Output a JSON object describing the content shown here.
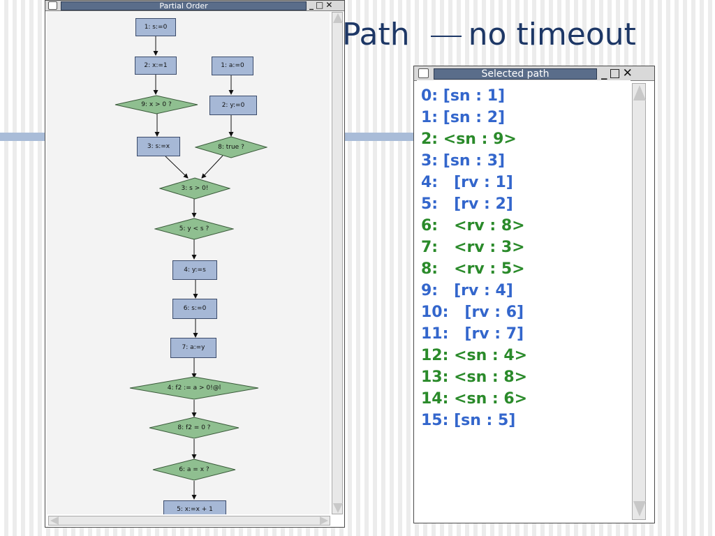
{
  "slide": {
    "title_left": "Path",
    "title_right": "no timeout"
  },
  "colors": {
    "title": "#1d3766",
    "rect_fill": "#a6b8d6",
    "diamond_fill": "#8fbf90",
    "path_blue": "#3366cc",
    "path_green": "#2a8a2a"
  },
  "partial_order_window": {
    "title": "Partial Order",
    "buttons": [
      "minimize-icon",
      "maximize-icon",
      "close-icon"
    ],
    "nodes": [
      {
        "id": "n1",
        "label": "1: s:=0",
        "shape": "rect"
      },
      {
        "id": "n2",
        "label": "2: x:=1",
        "shape": "rect"
      },
      {
        "id": "n3",
        "label": "1: a:=0",
        "shape": "rect"
      },
      {
        "id": "n4",
        "label": "9: x > 0 ?",
        "shape": "diamond"
      },
      {
        "id": "n5",
        "label": "2: y:=0",
        "shape": "rect"
      },
      {
        "id": "n6",
        "label": "3: s:=x",
        "shape": "rect"
      },
      {
        "id": "n7",
        "label": "8: true ?",
        "shape": "diamond"
      },
      {
        "id": "n8",
        "label": "3: s > 0!",
        "shape": "diamond"
      },
      {
        "id": "n9",
        "label": "5: y < s ?",
        "shape": "diamond"
      },
      {
        "id": "n10",
        "label": "4: y:=s",
        "shape": "rect"
      },
      {
        "id": "n11",
        "label": "6: s:=0",
        "shape": "rect"
      },
      {
        "id": "n12",
        "label": "7: a:=y",
        "shape": "rect"
      },
      {
        "id": "n13",
        "label": "4: f2 := a > 0!@l",
        "shape": "diamond"
      },
      {
        "id": "n14",
        "label": "8: f2 = 0 ?",
        "shape": "diamond"
      },
      {
        "id": "n15",
        "label": "6: a = x ?",
        "shape": "diamond"
      },
      {
        "id": "n16",
        "label": "5: x:=x + 1",
        "shape": "rect"
      }
    ]
  },
  "selected_path_window": {
    "title": "Selected path",
    "buttons": [
      "minimize-icon",
      "maximize-icon",
      "close-icon"
    ],
    "items": [
      {
        "text": "0: [sn : 1]",
        "color": "blue"
      },
      {
        "text": "1: [sn : 2]",
        "color": "blue"
      },
      {
        "text": "2: <sn : 9>",
        "color": "green"
      },
      {
        "text": "3: [sn : 3]",
        "color": "blue"
      },
      {
        "text": "4:   [rv : 1]",
        "color": "blue"
      },
      {
        "text": "5:   [rv : 2]",
        "color": "blue"
      },
      {
        "text": "6:   <rv : 8>",
        "color": "green"
      },
      {
        "text": "7:   <rv : 3>",
        "color": "green"
      },
      {
        "text": "8:   <rv : 5>",
        "color": "green"
      },
      {
        "text": "9:   [rv : 4]",
        "color": "blue"
      },
      {
        "text": "10:   [rv : 6]",
        "color": "blue"
      },
      {
        "text": "11:   [rv : 7]",
        "color": "blue"
      },
      {
        "text": "12: <sn : 4>",
        "color": "green"
      },
      {
        "text": "13: <sn : 8>",
        "color": "green"
      },
      {
        "text": "14: <sn : 6>",
        "color": "green"
      },
      {
        "text": "15: [sn : 5]",
        "color": "blue"
      }
    ]
  }
}
